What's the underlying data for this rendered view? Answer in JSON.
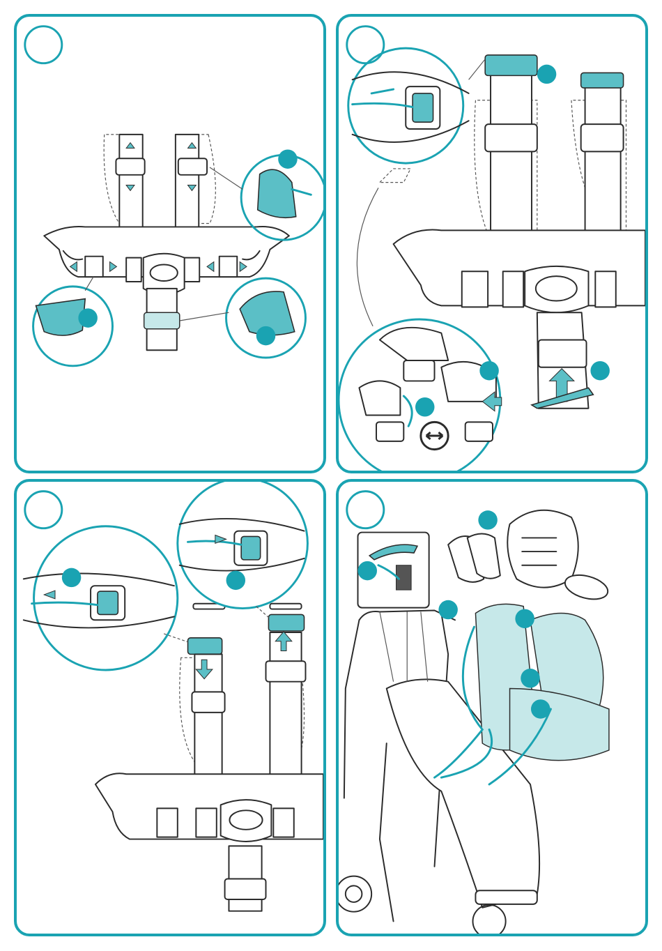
{
  "page": {
    "panels": [
      {
        "name": "step-panel-1",
        "step_number": ""
      },
      {
        "name": "step-panel-2",
        "step_number": ""
      },
      {
        "name": "step-panel-3",
        "step_number": ""
      },
      {
        "name": "step-panel-4",
        "step_number": ""
      }
    ]
  },
  "colors": {
    "accent": "#1aa3b2",
    "accent_fill": "#5bbfc6",
    "accent_light": "#c6e8e9",
    "outline": "#2b2b2b"
  },
  "icons": [
    "rotate-both-ways-icon",
    "arrow-up-icon",
    "arrow-left-icon",
    "arrow-right-icon",
    "arrow-down-icon"
  ]
}
